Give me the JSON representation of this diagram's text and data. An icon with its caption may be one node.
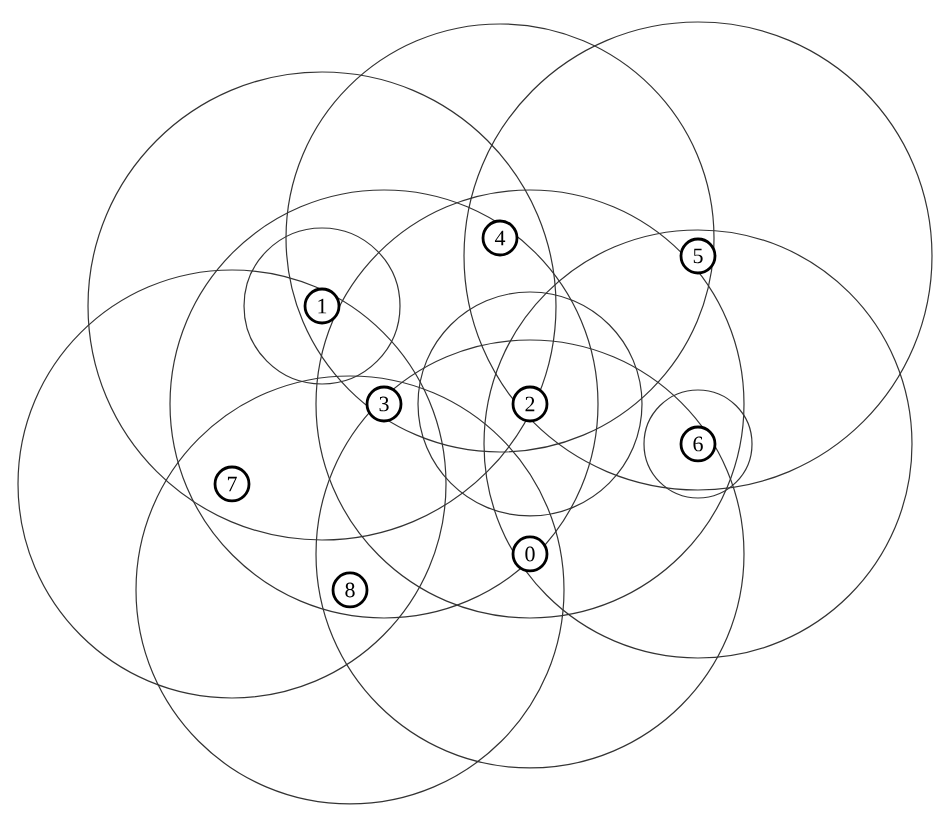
{
  "diagram": {
    "nodes": [
      {
        "text": [
          "4"
        ]
      },
      {
        "text": [
          "5"
        ]
      },
      {
        "text": [
          "1"
        ]
      },
      {
        "text": [
          "3"
        ]
      },
      {
        "text": [
          "2"
        ]
      },
      {
        "text": [
          "6"
        ]
      },
      {
        "text": [
          "7"
        ]
      },
      {
        "text": [
          "0"
        ]
      },
      {
        "text": [
          "8"
        ]
      }
    ]
  }
}
